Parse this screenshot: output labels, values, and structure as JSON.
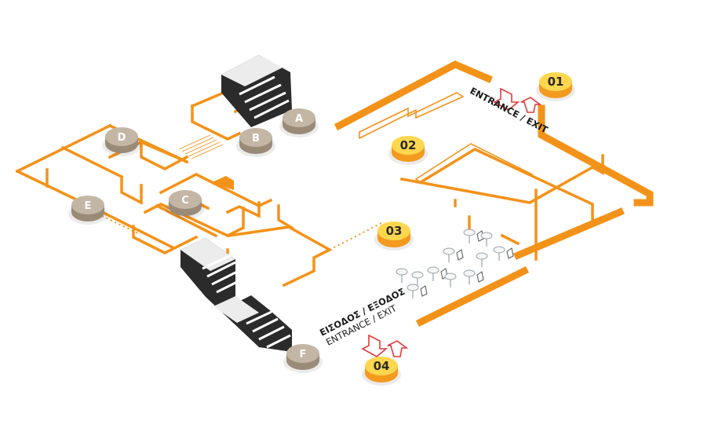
{
  "colors": {
    "wall": "#f39219",
    "gold_top": "#fed74f",
    "gold_side": "#f39a1f",
    "grey_top": "#c4b6a5",
    "grey_side": "#9a8b79",
    "arrow": "#e03a3a",
    "stair_dark": "#2b2b2b",
    "furniture": "#9aa2a8"
  },
  "markers": {
    "m01": "01",
    "m02": "02",
    "m03": "03",
    "m04": "04",
    "mA": "A",
    "mB": "B",
    "mC": "C",
    "mD": "D",
    "mE": "E",
    "mF": "F"
  },
  "entrances": {
    "top_en": "ENTRANCE / EXIT",
    "bottom_gr": "ΕΙΣΟΔΟΣ / ΕΞΟΔΟΣ",
    "bottom_en": "ENTRANCE / EXIT"
  },
  "icons": {
    "arrow_in": "arrow-up-icon",
    "arrow_out": "arrow-down-icon",
    "stairs": "stairs-icon",
    "table": "table-icon",
    "chair": "chair-icon"
  }
}
